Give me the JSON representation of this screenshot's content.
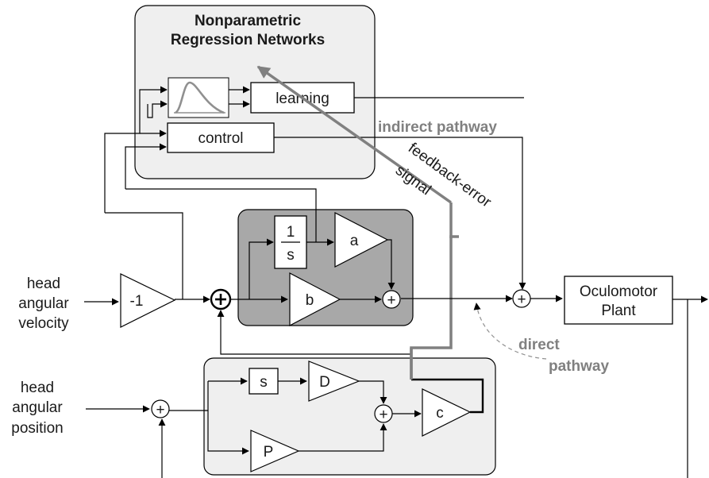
{
  "title": {
    "line1": "Nonparametric",
    "line2": "Regression Networks"
  },
  "blocks": {
    "learning": "learning",
    "control": "control",
    "integrator_num": "1",
    "integrator_den": "s",
    "gain_a": "a",
    "gain_b": "b",
    "gain_neg1": "-1",
    "deriv": "s",
    "gain_D": "D",
    "gain_P": "P",
    "gain_c": "c",
    "plant_line1": "Oculomotor",
    "plant_line2": "Plant"
  },
  "labels": {
    "indirect_pathway": "indirect pathway",
    "feedback_line1": "feedback-error",
    "feedback_line2": "signal",
    "direct_line1": "direct",
    "direct_line2": "pathway",
    "head_vel_1": "head",
    "head_vel_2": "angular",
    "head_vel_3": "velocity",
    "head_pos_1": "head",
    "head_pos_2": "angular",
    "head_pos_3": "position"
  },
  "summing_symbol": "+",
  "colors": {
    "panel_light": "#efefef",
    "panel_dark": "#a8a8a8",
    "accent_gray": "#808080"
  }
}
